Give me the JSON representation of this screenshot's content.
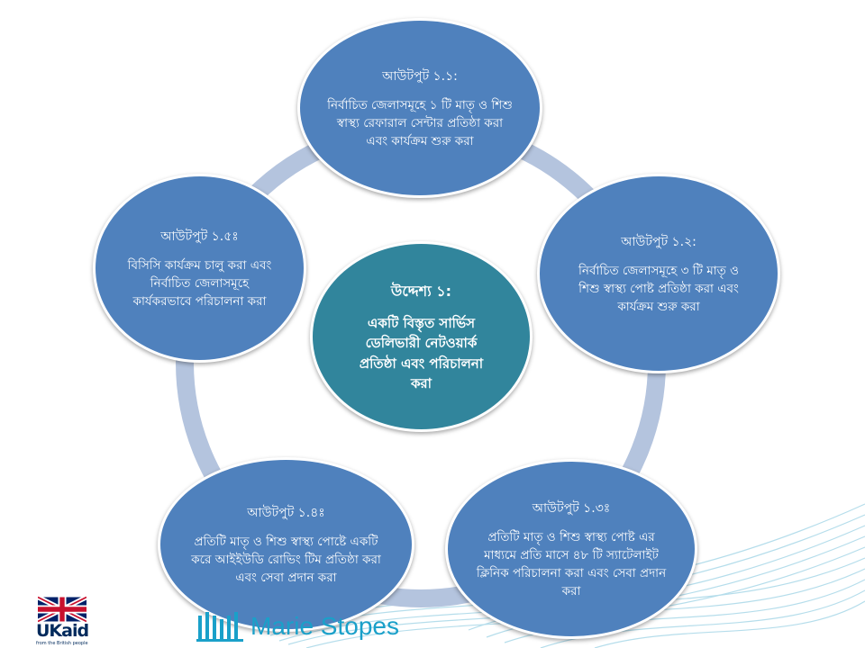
{
  "diagram": {
    "objective": {
      "title": "উদ্দেশ্য ১:",
      "text": "একটি বিস্তৃত সার্ভিস ডেলিভারী নেটওয়ার্ক প্রতিষ্ঠা এবং পরিচালনা করা"
    },
    "outputs": [
      {
        "title": "আউটপুট ১.১:",
        "text": "নির্বাচিত জেলাসমূহে ১ টি মাতৃ ও শিশু স্বাস্থ্য রেফারাল সেন্টার প্রতিষ্ঠা করা এবং কার্যক্রম শুরু করা"
      },
      {
        "title": "আউটপুট ১.২:",
        "text": "নির্বাচিত জেলাসমূহে ৩ টি মাতৃ ও শিশু স্বাস্থ্য পোষ্ট প্রতিষ্ঠা করা এবং কার্যক্রম শুরু করা"
      },
      {
        "title": "আউটপুট ১.৩ঃ",
        "text": "প্রতিটি মাতৃ ও শিশু স্বাস্থ্য পোষ্ট এর মাধ্যমে প্রতি মাসে ৪৮ টি স্যাটেলাইট ক্লিনিক পরিচালনা করা এবং সেবা প্রদান করা"
      },
      {
        "title": "আউটপুট ১.৪ঃ",
        "text": "প্রতিটি মাতৃ ও শিশু স্বাস্থ্য পোষ্টে একটি করে আইইউডি রোভিং টিম প্রতিষ্ঠা করা এবং সেবা প্রদান করা"
      },
      {
        "title": "আউটপুট ১.৫ঃ",
        "text": "বিসিসি কার্যক্রম চালু করা এবং নির্বাচিত জেলাসমূহে কার্যকরভাবে পরিচালনা করা"
      }
    ]
  },
  "logos": {
    "ukaid_text": "UKaid",
    "ukaid_tagline": "from the British people",
    "marie_stopes_text": "Marie Stopes"
  },
  "colors": {
    "output_fill": "#4f81bd",
    "objective_fill": "#31859c",
    "ring": "#b4c4de",
    "swoosh": "#a9d8e8"
  }
}
